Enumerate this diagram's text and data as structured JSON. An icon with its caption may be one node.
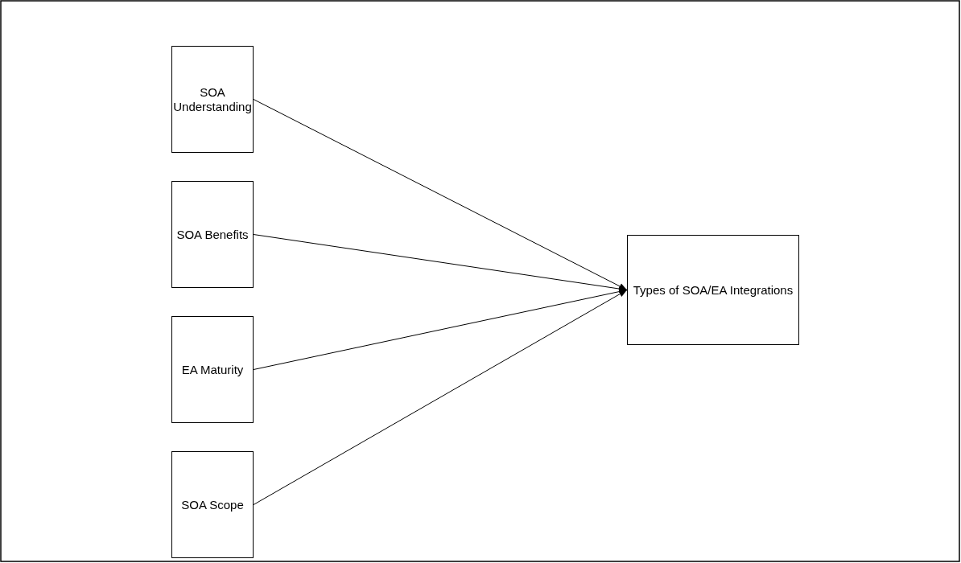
{
  "diagram": {
    "nodes": [
      {
        "text": [
          "SOA Understanding"
        ]
      },
      {
        "text": [
          "SOA Benefits"
        ]
      },
      {
        "text": [
          "EA Maturity"
        ]
      },
      {
        "text": [
          "SOA Scope"
        ]
      },
      {
        "text": [
          "Types of SOA/EA Integrations"
        ]
      }
    ],
    "edges": [
      {
        "from": 0,
        "to": 4,
        "arrow": "to"
      },
      {
        "from": 1,
        "to": 4,
        "arrow": "to"
      },
      {
        "from": 2,
        "to": 4,
        "arrow": "to"
      },
      {
        "from": 3,
        "to": 4,
        "arrow": "to"
      }
    ]
  }
}
